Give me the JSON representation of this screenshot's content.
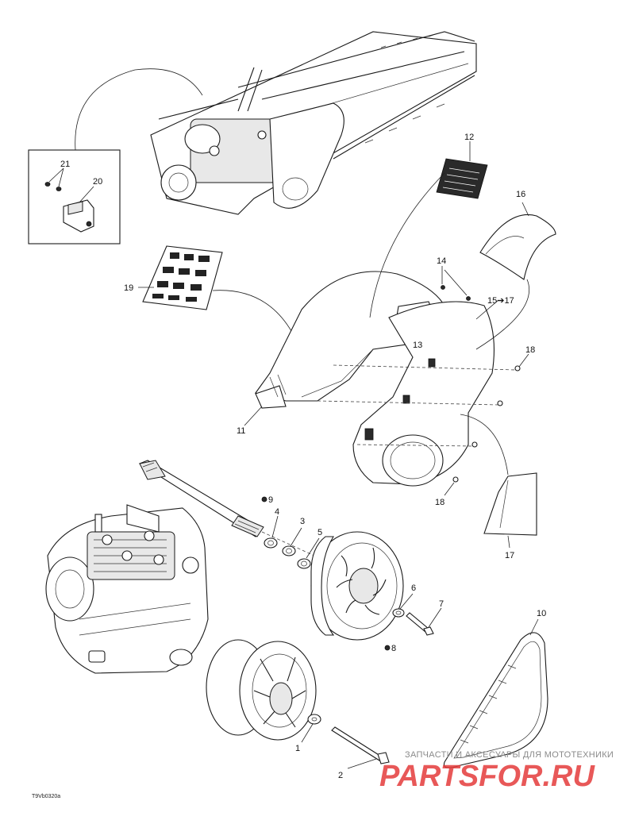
{
  "callouts": {
    "c1": "1",
    "c2": "2",
    "c3": "3",
    "c4": "4",
    "c5": "5",
    "c6": "6",
    "c7": "7",
    "c8": "8",
    "c9": "9",
    "c10": "10",
    "c11": "11",
    "c12": "12",
    "c13": "13",
    "c14": "14",
    "c1517": "15➔17",
    "c16": "16",
    "c17": "17",
    "c18a": "18",
    "c18b": "18",
    "c19": "19",
    "c20": "20",
    "c21": "21"
  },
  "figure_code": "T9Vb0320a",
  "watermark": {
    "line1": "ЗАПЧАСТИ И АКСЕСУАРЫ ДЛЯ МОТОТЕХНИКИ",
    "line2": "PARTSFOR.RU"
  },
  "colors": {
    "line": "#1a1a1a",
    "watermark_red": "#e43b3b",
    "watermark_gray": "#8a8a8a"
  }
}
